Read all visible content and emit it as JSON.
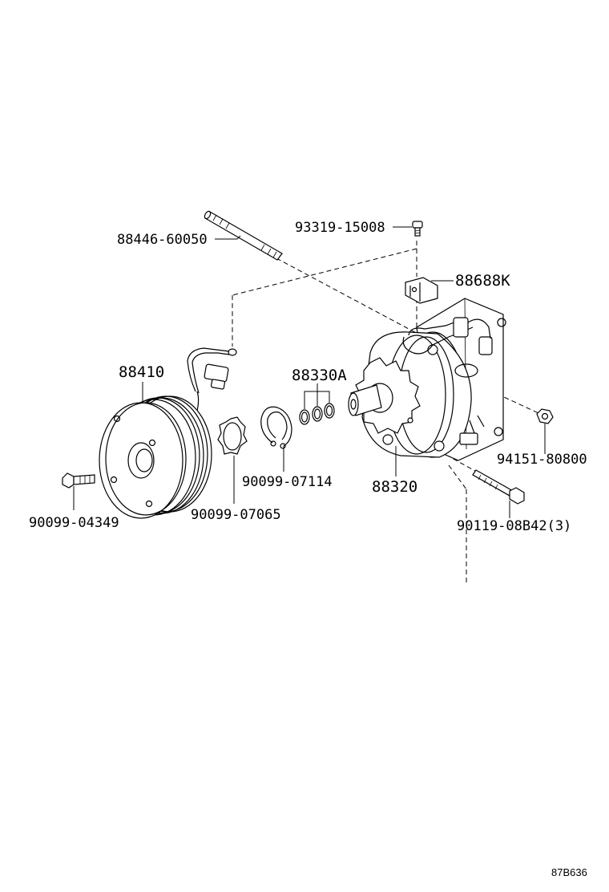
{
  "diagram": {
    "labels": {
      "p88446": "88446-60050",
      "p93319": "93319-15008",
      "p88688": "88688K",
      "p88410": "88410",
      "p88330": "88330A",
      "p88320": "88320",
      "p94151": "94151-80800",
      "p90099_07114": "90099-07114",
      "p90099_07065": "90099-07065",
      "p90099_04349": "90099-04349",
      "p90119": "90119-08B42(3)"
    },
    "figure_code": "87B636"
  }
}
